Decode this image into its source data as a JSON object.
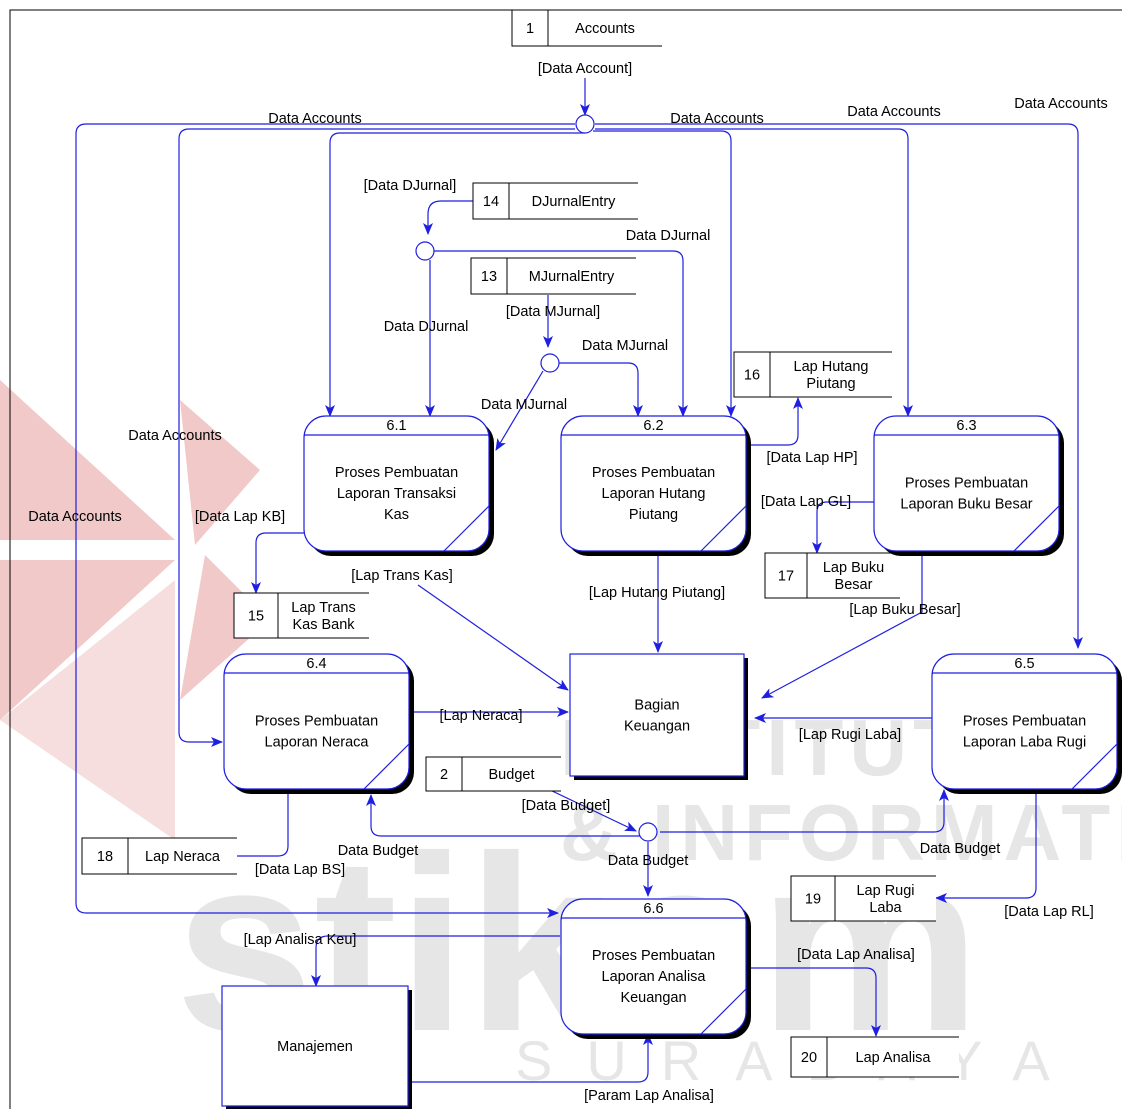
{
  "watermark": {
    "line1": "INSTITUT BISNIS",
    "line2": "& INFORMATIKA",
    "logo_text": "stikom",
    "city": "SURABAYA"
  },
  "stores": [
    {
      "id": "accounts",
      "num": "1",
      "name": [
        "Accounts"
      ]
    },
    {
      "id": "djurnalentry",
      "num": "14",
      "name": [
        "DJurnalEntry"
      ]
    },
    {
      "id": "mjurnalentry",
      "num": "13",
      "name": [
        "MJurnalEntry"
      ]
    },
    {
      "id": "lap-hutang-piutang",
      "num": "16",
      "name": [
        "Lap Hutang",
        "Piutang"
      ]
    },
    {
      "id": "lap-buku-besar",
      "num": "17",
      "name": [
        "Lap Buku",
        "Besar"
      ]
    },
    {
      "id": "lap-trans-kas-bank",
      "num": "15",
      "name": [
        "Lap Trans",
        "Kas Bank"
      ]
    },
    {
      "id": "budget",
      "num": "2",
      "name": [
        "Budget"
      ]
    },
    {
      "id": "lap-neraca",
      "num": "18",
      "name": [
        "Lap Neraca"
      ]
    },
    {
      "id": "lap-rugi-laba",
      "num": "19",
      "name": [
        "Lap Rugi",
        "Laba"
      ]
    },
    {
      "id": "lap-analisa",
      "num": "20",
      "name": [
        "Lap Analisa"
      ]
    }
  ],
  "processes": [
    {
      "id": "6-1",
      "num": "6.1",
      "name": [
        "Proses Pembuatan",
        "Laporan Transaksi",
        "Kas"
      ]
    },
    {
      "id": "6-2",
      "num": "6.2",
      "name": [
        "Proses Pembuatan",
        "Laporan Hutang",
        "Piutang"
      ]
    },
    {
      "id": "6-3",
      "num": "6.3",
      "name": [
        "Proses Pembuatan",
        "Laporan Buku Besar"
      ]
    },
    {
      "id": "6-4",
      "num": "6.4",
      "name": [
        "Proses Pembuatan",
        "Laporan Neraca"
      ]
    },
    {
      "id": "6-5",
      "num": "6.5",
      "name": [
        "Proses Pembuatan",
        "Laporan Laba Rugi"
      ]
    },
    {
      "id": "6-6",
      "num": "6.6",
      "name": [
        "Proses Pembuatan",
        "Laporan Analisa",
        "Keuangan"
      ]
    }
  ],
  "entities": [
    {
      "id": "bagian-keuangan",
      "name": [
        "Bagian",
        "Keuangan"
      ]
    },
    {
      "id": "manajemen",
      "name": [
        "Manajemen"
      ]
    }
  ],
  "flow_labels": [
    "[Data Account]",
    "Data Accounts",
    "Data Accounts",
    "Data Accounts",
    "Data Accounts",
    "Data Accounts",
    "Data Accounts",
    "[Data DJurnal]",
    "Data DJurnal",
    "Data DJurnal",
    "[Data MJurnal]",
    "Data MJurnal",
    "Data MJurnal",
    "[Data Lap HP]",
    "[Data Lap GL]",
    "[Data Lap KB]",
    "[Lap Trans Kas]",
    "[Lap Hutang Piutang]",
    "[Lap Buku Besar]",
    "[Lap Neraca]",
    "[Lap Rugi Laba]",
    "[Data Budget]",
    "Data Budget",
    "Data Budget",
    "Data Budget",
    "[Data Lap BS]",
    "[Data Lap RL]",
    "[Lap Analisa Keu]",
    "[Data Lap Analisa]",
    "[Param Lap Analisa]"
  ]
}
